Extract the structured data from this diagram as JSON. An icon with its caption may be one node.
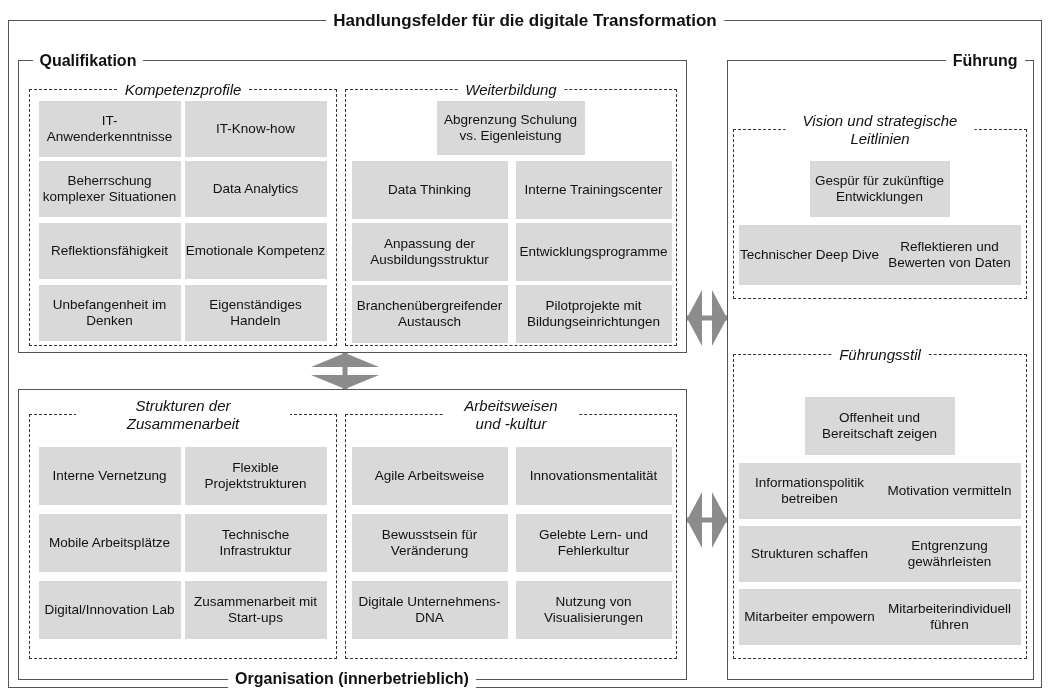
{
  "diagram": {
    "nodes": [
      {
        "text": [
          "Handlungsfelder für die digitale Transformation"
        ]
      },
      {
        "text": [
          "Qualifikation"
        ],
        "in": 0
      },
      {
        "text": [
          "Kompetenzprofile"
        ],
        "in": 1
      },
      {
        "text": [
          "IT-Anwenderkenntnisse"
        ],
        "in": 2
      },
      {
        "text": [
          "IT-Know-how"
        ],
        "in": 2
      },
      {
        "text": [
          "Beherrschung komplexer Situationen"
        ],
        "in": 2
      },
      {
        "text": [
          "Data Analytics"
        ],
        "in": 2
      },
      {
        "text": [
          "Reflektionsfähigkeit"
        ],
        "in": 2
      },
      {
        "text": [
          "Emotionale Kompetenz"
        ],
        "in": 2
      },
      {
        "text": [
          "Unbefangenheit im Denken"
        ],
        "in": 2
      },
      {
        "text": [
          "Eigenständiges Handeln"
        ],
        "in": 2
      },
      {
        "text": [
          "Weiterbildung"
        ],
        "in": 1
      },
      {
        "text": [
          "Abgrenzung Schulung vs. Eigenleistung"
        ],
        "in": 11
      },
      {
        "text": [
          "Data Thinking"
        ],
        "in": 11
      },
      {
        "text": [
          "Interne Trainingscenter"
        ],
        "in": 11
      },
      {
        "text": [
          "Anpassung der Ausbildungsstruktur"
        ],
        "in": 11
      },
      {
        "text": [
          "Entwicklungsprogramme"
        ],
        "in": 11
      },
      {
        "text": [
          "Branchenübergreifender Austausch"
        ],
        "in": 11
      },
      {
        "text": [
          "Pilotprojekte mit Bildungseinrichtungen"
        ],
        "in": 11
      },
      {
        "text": [
          "Führung"
        ],
        "in": 0
      },
      {
        "text": [
          "Vision und strategische Leitlinien"
        ],
        "in": 19
      },
      {
        "text": [
          "Gespür für zukünftige Entwicklungen"
        ],
        "in": 20
      },
      {
        "text": [
          "Technischer Deep Dive"
        ],
        "in": 20
      },
      {
        "text": [
          "Reflektieren und Bewerten von Daten"
        ],
        "in": 20
      },
      {
        "text": [
          "Führungsstil"
        ],
        "in": 19
      },
      {
        "text": [
          "Offenheit und Bereitschaft zeigen"
        ],
        "in": 24
      },
      {
        "text": [
          "Informationspolitik betreiben"
        ],
        "in": 24
      },
      {
        "text": [
          "Motivation vermitteln"
        ],
        "in": 24
      },
      {
        "text": [
          "Strukturen schaffen"
        ],
        "in": 24
      },
      {
        "text": [
          "Entgrenzung gewährleisten"
        ],
        "in": 24
      },
      {
        "text": [
          "Mitarbeiter empowern"
        ],
        "in": 24
      },
      {
        "text": [
          "Mitarbeiterindividuell führen"
        ],
        "in": 24
      },
      {
        "text": [
          "Organisation (innerbetrieblich)"
        ],
        "in": 0
      },
      {
        "text": [
          "Strukturen der Zusammenarbeit"
        ],
        "in": 32
      },
      {
        "text": [
          "Interne Vernetzung"
        ],
        "in": 33
      },
      {
        "text": [
          "Flexible Projektstrukturen"
        ],
        "in": 33
      },
      {
        "text": [
          "Mobile Arbeitsplätze"
        ],
        "in": 33
      },
      {
        "text": [
          "Technische Infrastruktur"
        ],
        "in": 33
      },
      {
        "text": [
          "Digital/Innovation Lab"
        ],
        "in": 33
      },
      {
        "text": [
          "Zusammenarbeit mit Start-ups"
        ],
        "in": 33
      },
      {
        "text": [
          "Arbeitsweisen und -kultur"
        ],
        "in": 32
      },
      {
        "text": [
          "Agile Arbeitsweise"
        ],
        "in": 40
      },
      {
        "text": [
          "Innovationsmentalität"
        ],
        "in": 40
      },
      {
        "text": [
          "Bewusstsein für Veränderung"
        ],
        "in": 40
      },
      {
        "text": [
          "Gelebte Lern- und Fehlerkultur"
        ],
        "in": 40
      },
      {
        "text": [
          "Digitale Unternehmens-DNA"
        ],
        "in": 40
      },
      {
        "text": [
          "Nutzung von Visualisierungen"
        ],
        "in": 40
      }
    ],
    "edges": [
      {
        "from": 1,
        "to": 19,
        "arrow": "both"
      },
      {
        "from": 1,
        "to": 32,
        "arrow": "both"
      },
      {
        "from": 32,
        "to": 19,
        "arrow": "both"
      }
    ]
  }
}
